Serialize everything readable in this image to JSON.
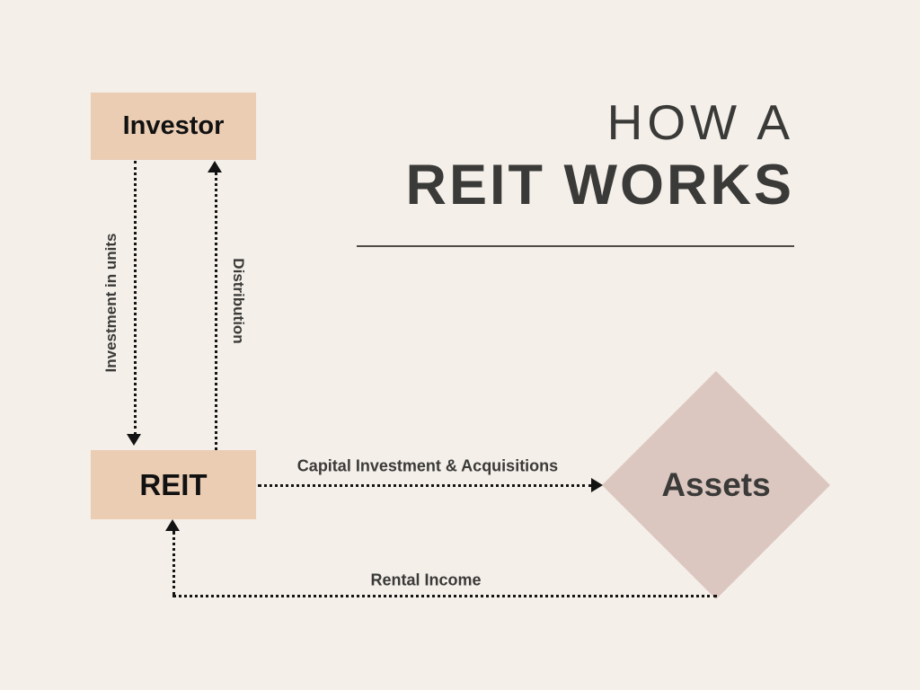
{
  "page": {
    "background_color": "#f4efe9",
    "title": {
      "line1": "HOW A",
      "line2": "REIT WORKS"
    }
  },
  "palette": {
    "background": "#f4efe9",
    "box_fill": "#ebcdb4",
    "diamond_fill": "#dbc7c0",
    "text_dark": "#3a3a38",
    "text_black": "#111111",
    "connector": "#131313",
    "rule": "#514b46"
  },
  "diagram": {
    "nodes": [
      {
        "id": "investor",
        "label": "Investor",
        "shape": "rectangle",
        "fill": "#ebcdb4"
      },
      {
        "id": "reit",
        "label": "REIT",
        "shape": "rectangle",
        "fill": "#ebcdb4"
      },
      {
        "id": "assets",
        "label": "Assets",
        "shape": "diamond",
        "fill": "#dbc7c0"
      }
    ],
    "edges": [
      {
        "id": "investment-in-units",
        "label": "Investment in units",
        "from": "investor",
        "to": "reit",
        "style": "dotted",
        "direction": "down",
        "orientation": "vertical"
      },
      {
        "id": "distribution",
        "label": "Distribution",
        "from": "reit",
        "to": "investor",
        "style": "dotted",
        "direction": "up",
        "orientation": "vertical"
      },
      {
        "id": "capital-investment-acquisitions",
        "label": "Capital Investment & Acquisitions",
        "from": "reit",
        "to": "assets",
        "style": "dotted",
        "direction": "right",
        "orientation": "horizontal"
      },
      {
        "id": "rental-income",
        "label": "Rental Income",
        "from": "assets",
        "to": "reit",
        "style": "dotted",
        "direction": "up-left",
        "orientation": "elbow"
      }
    ]
  }
}
